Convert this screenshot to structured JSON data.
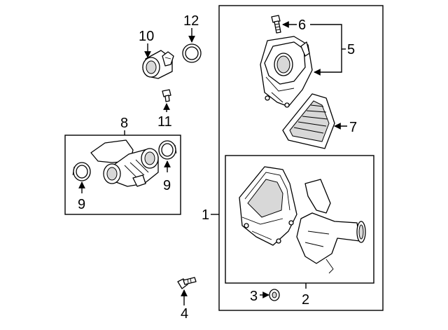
{
  "callouts": {
    "c1": "1",
    "c2": "2",
    "c3": "3",
    "c4": "4",
    "c5": "5",
    "c6": "6",
    "c7": "7",
    "c8": "8",
    "c9a": "9",
    "c9b": "9",
    "c10": "10",
    "c11": "11",
    "c12": "12"
  },
  "icons": {
    "arrow": "arrowhead-icon",
    "bolt": "bolt-icon",
    "clamp": "hose-clamp-icon",
    "seal": "seal-ring-icon"
  },
  "colors": {
    "line": "#000000",
    "background": "#ffffff",
    "shade": "#d8d8d8"
  }
}
